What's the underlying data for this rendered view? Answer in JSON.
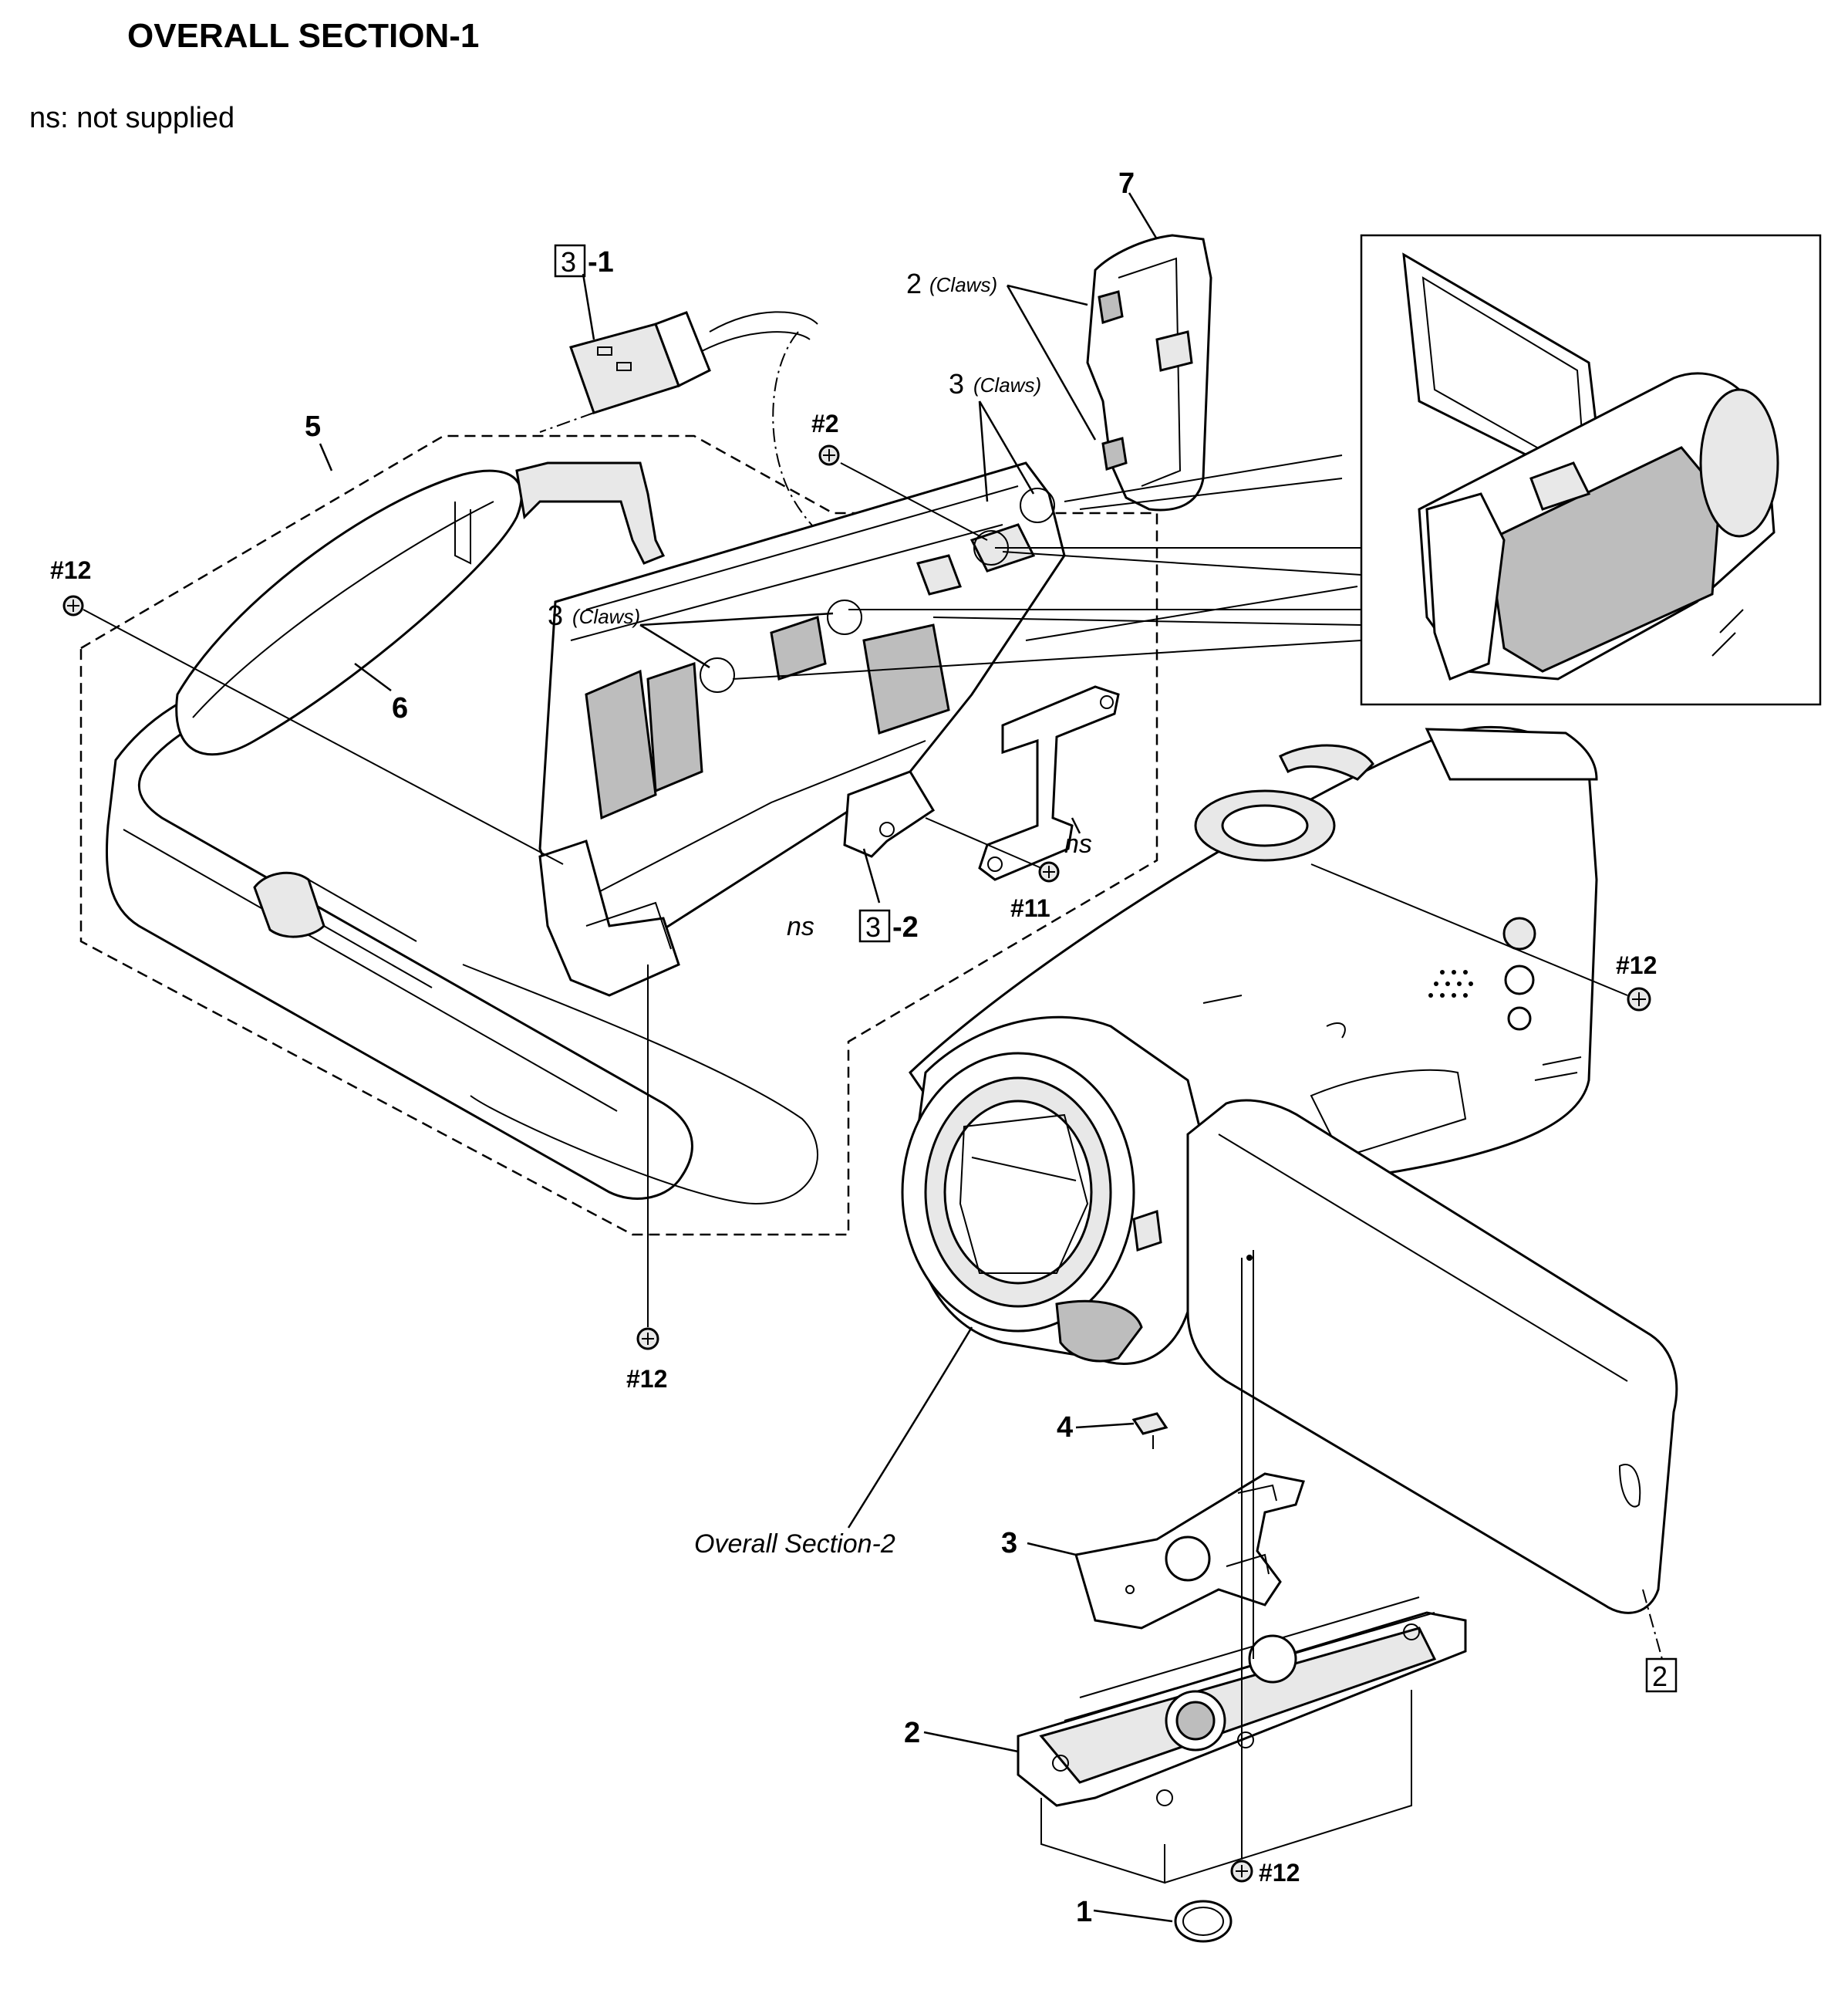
{
  "header": {
    "title": "OVERALL SECTION-1",
    "note": "ns: not supplied"
  },
  "callouts": {
    "c1": "1",
    "c2": "2",
    "c3": "3",
    "c4": "4",
    "c5": "5",
    "c6": "6",
    "c7": "7",
    "boxed_3": "3",
    "boxed_3_suffix_1": "-1",
    "boxed_3_suffix_2": "-2",
    "boxed_2": "2"
  },
  "claws": {
    "claws_2": "2",
    "claws_3_top": "3",
    "claws_3_mid": "3",
    "claws_word": "(Claws)"
  },
  "screws": {
    "s2": "#2",
    "s11": "#11",
    "s12": "#12"
  },
  "annotations": {
    "ns": "ns",
    "overall_section_2": "Overall Section-2"
  },
  "colors": {
    "ink": "#000000",
    "paper": "#ffffff",
    "shade": "#bdbdbd"
  }
}
